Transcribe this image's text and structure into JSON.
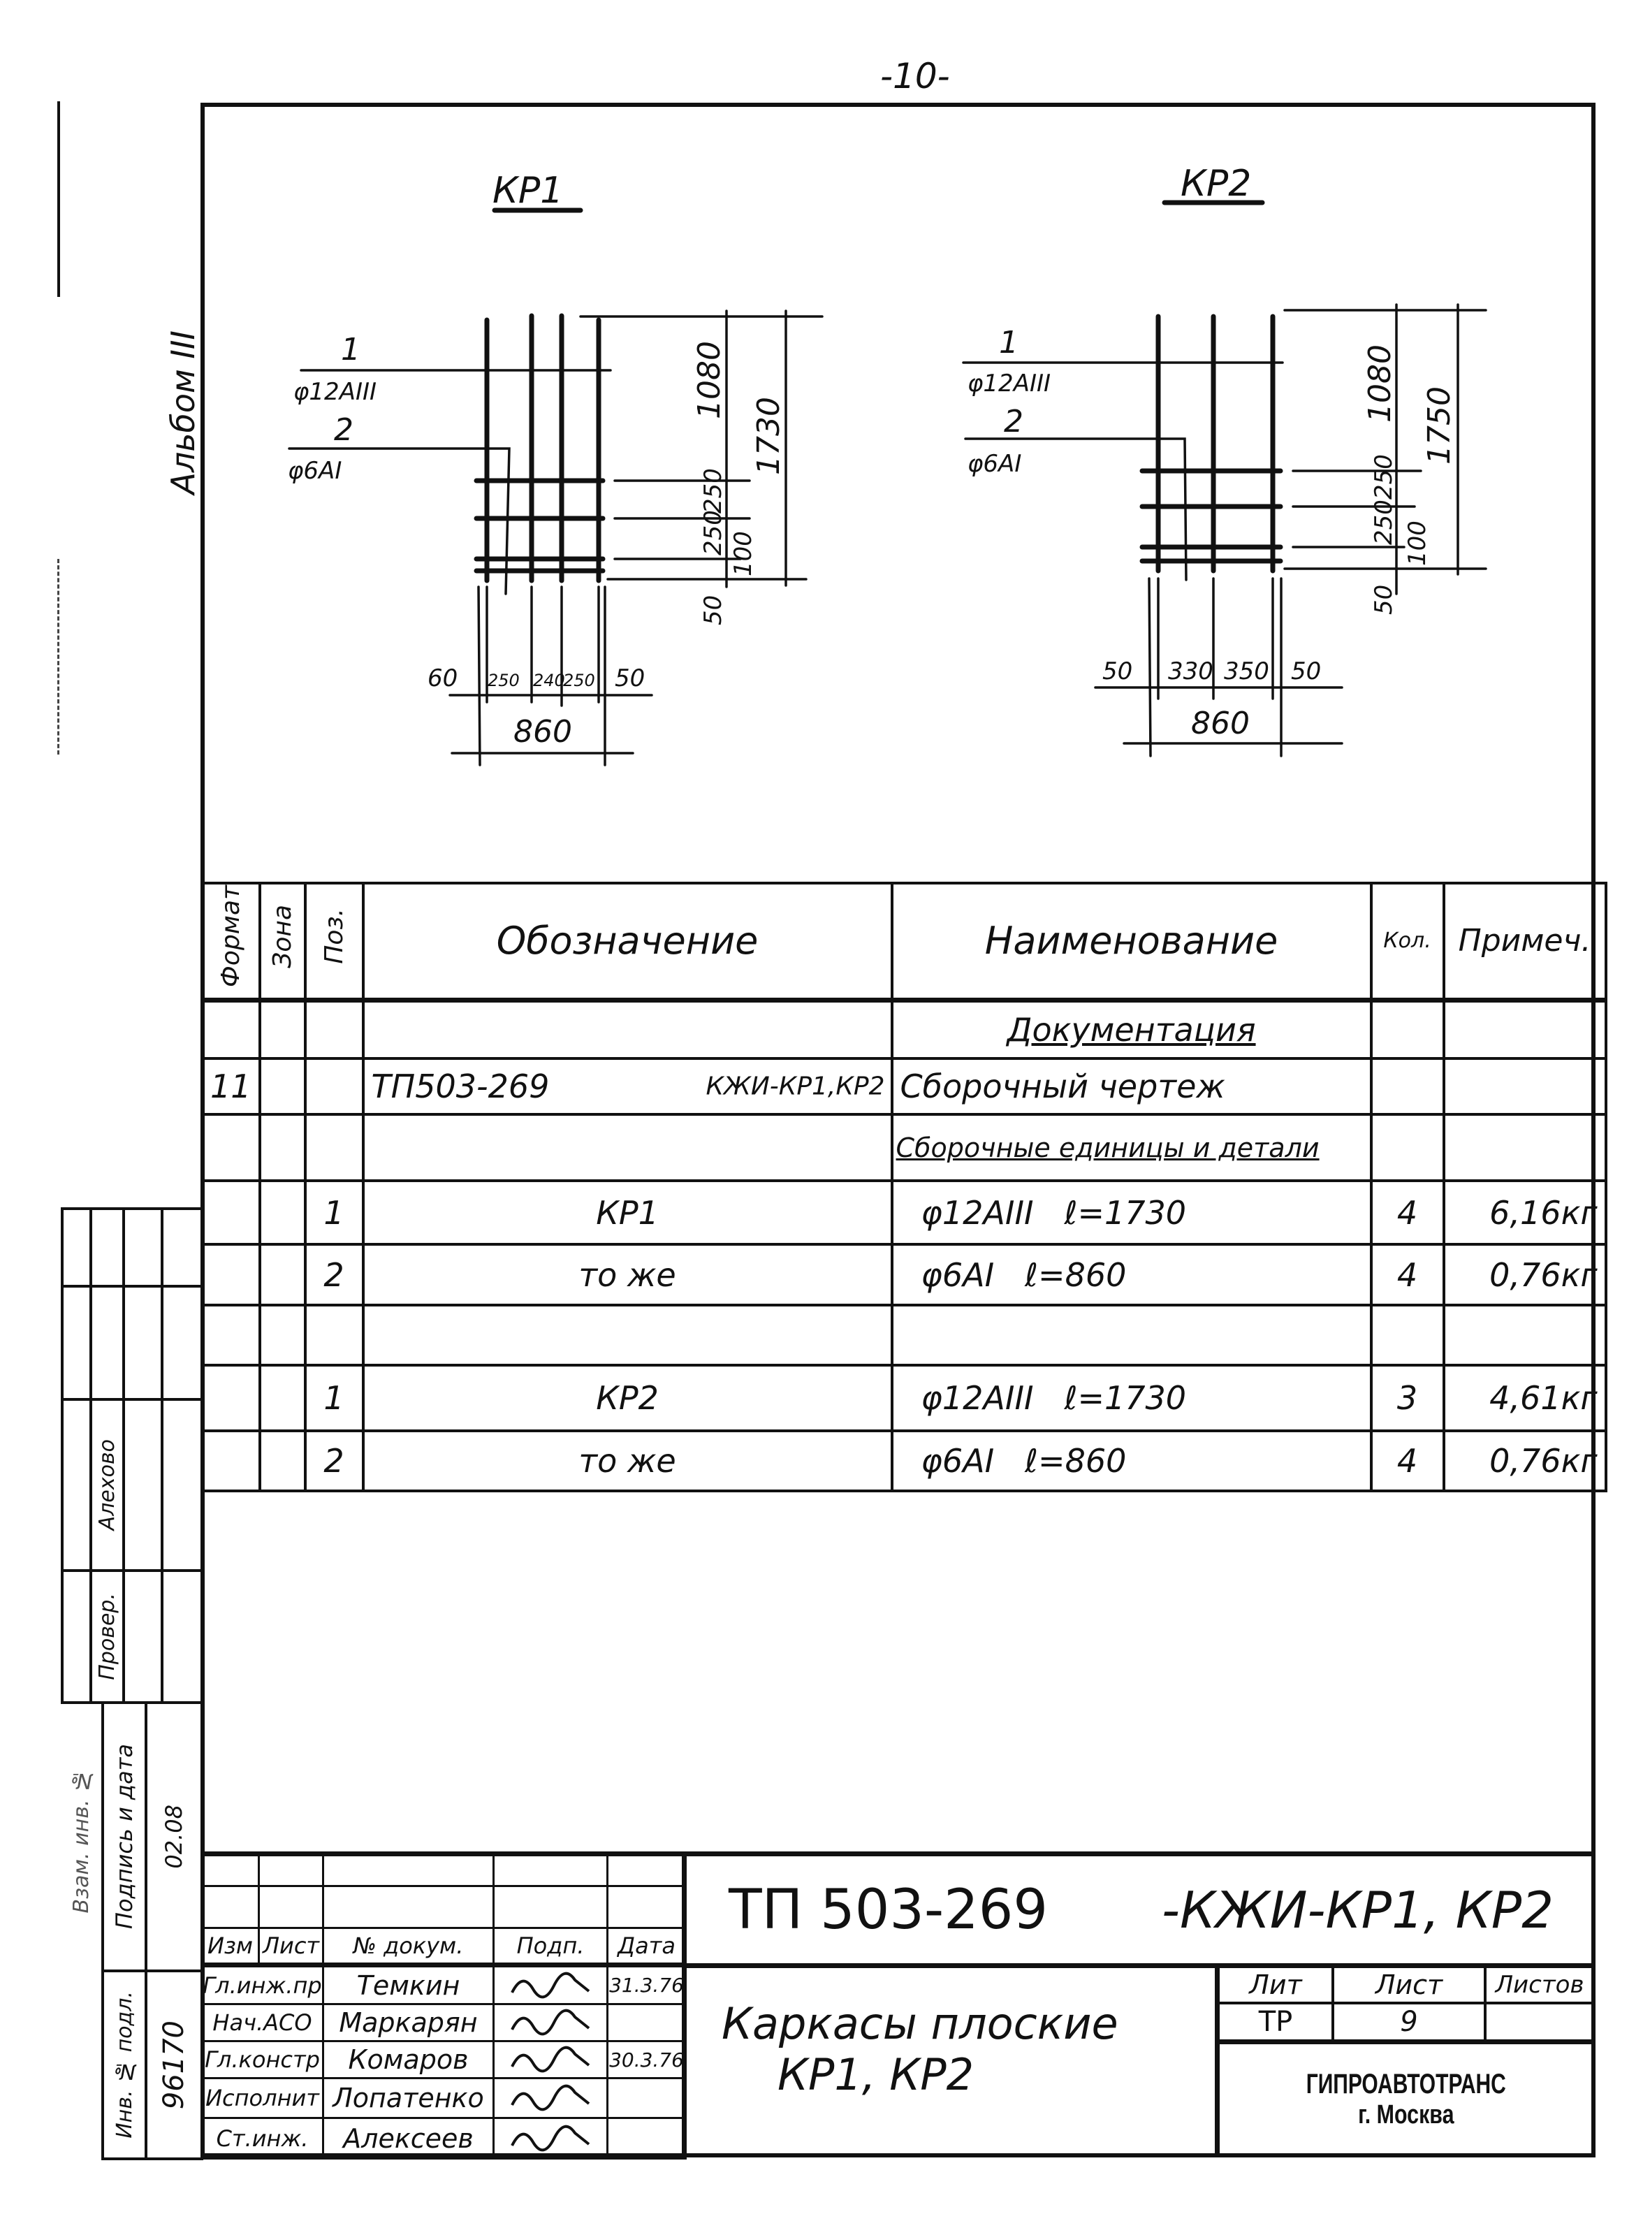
{
  "page_number": "-10-",
  "album_label": "Альбом III",
  "drawings": [
    {
      "title": "КР1",
      "callouts": [
        {
          "pos": "1",
          "bar": "φ12AIII"
        },
        {
          "pos": "2",
          "bar": "φ6AI"
        }
      ],
      "dims_vertical": {
        "upper": "1080",
        "total": "1730",
        "step1": "250",
        "step2": "250",
        "step3": "100",
        "bottom": "50"
      },
      "dims_horizontal": [
        "60",
        "250",
        "240",
        "250",
        "50"
      ],
      "overall_width": "860"
    },
    {
      "title": "КР2",
      "callouts": [
        {
          "pos": "1",
          "bar": "φ12AIII"
        },
        {
          "pos": "2",
          "bar": "φ6AI"
        }
      ],
      "dims_vertical": {
        "upper": "1080",
        "total": "1750",
        "step1": "250",
        "step2": "250",
        "step3": "100",
        "bottom": "50"
      },
      "dims_horizontal": [
        "50",
        "330",
        "350",
        "50"
      ],
      "overall_width": "860"
    }
  ],
  "spec": {
    "headers": {
      "format": "Формат",
      "zone": "Зона",
      "pos": "Поз.",
      "designation": "Обозначение",
      "name": "Наименование",
      "qty": "Кол.",
      "note": "Примеч."
    },
    "rows": [
      {
        "format": "",
        "pos": "",
        "designation": "",
        "designation_suffix": "",
        "name": "Документация",
        "qty": "",
        "note": ""
      },
      {
        "format": "11",
        "pos": "",
        "designation": "ТП503-269",
        "designation_suffix": "КЖИ-КР1,КР2",
        "name": "Сборочный чертеж",
        "qty": "",
        "note": ""
      },
      {
        "format": "",
        "pos": "",
        "designation": "",
        "designation_suffix": "",
        "name": "Сборочные единицы и детали",
        "qty": "",
        "note": ""
      },
      {
        "format": "",
        "pos": "1",
        "designation": "КР1",
        "designation_suffix": "",
        "name": "φ12AIII   ℓ=1730",
        "qty": "4",
        "note": "6,16кг"
      },
      {
        "format": "",
        "pos": "2",
        "designation": "то же",
        "designation_suffix": "",
        "name": "φ6AI   ℓ=860",
        "qty": "4",
        "note": "0,76кг"
      },
      {
        "format": "",
        "pos": "",
        "designation": "",
        "designation_suffix": "",
        "name": "",
        "qty": "",
        "note": ""
      },
      {
        "format": "",
        "pos": "1",
        "designation": "КР2",
        "designation_suffix": "",
        "name": "φ12AIII   ℓ=1730",
        "qty": "3",
        "note": "4,61кг"
      },
      {
        "format": "",
        "pos": "2",
        "designation": "то же",
        "designation_suffix": "",
        "name": "φ6AI   ℓ=860",
        "qty": "4",
        "note": "0,76кг"
      }
    ]
  },
  "title_block": {
    "doc_code": "ТП 503-269",
    "doc_suffix": "-КЖИ-КР1, КР2",
    "doc_name_line1": "Каркасы плоские",
    "doc_name_line2": "КР1, КР2",
    "stamp_headers": {
      "change": "Изм",
      "sheet": "Лист",
      "doc_no": "№ докум.",
      "signature": "Подп.",
      "date": "Дата"
    },
    "signers": [
      {
        "role": "Гл.инж.пр",
        "name": "Темкин",
        "date": "31.3.76"
      },
      {
        "role": "Нач.АСО",
        "name": "Маркарян",
        "date": ""
      },
      {
        "role": "Гл.констр",
        "name": "Комаров",
        "date": "30.3.76"
      },
      {
        "role": "Исполнит",
        "name": "Лопатенко",
        "date": ""
      },
      {
        "role": "Ст.инж.",
        "name": "Алексеев",
        "date": ""
      }
    ],
    "lit_label": "Лит",
    "sheet_label": "Лист",
    "sheets_label": "Листов",
    "lit_value": "ТР",
    "sheet_value": "9",
    "sheets_value": "",
    "organization": "ГИПРОАВТОТРАНС",
    "city": "г. Москва"
  },
  "side_stamp": {
    "checked_label": "Провер.",
    "checked_name": "Алехово",
    "replace_inv_label": "Взам. инв. №",
    "sign_date_label": "Подпись и дата",
    "inv_orig_label": "Инв. № подл.",
    "sign_date_value": "02.08",
    "inv_orig_value": "96170"
  }
}
